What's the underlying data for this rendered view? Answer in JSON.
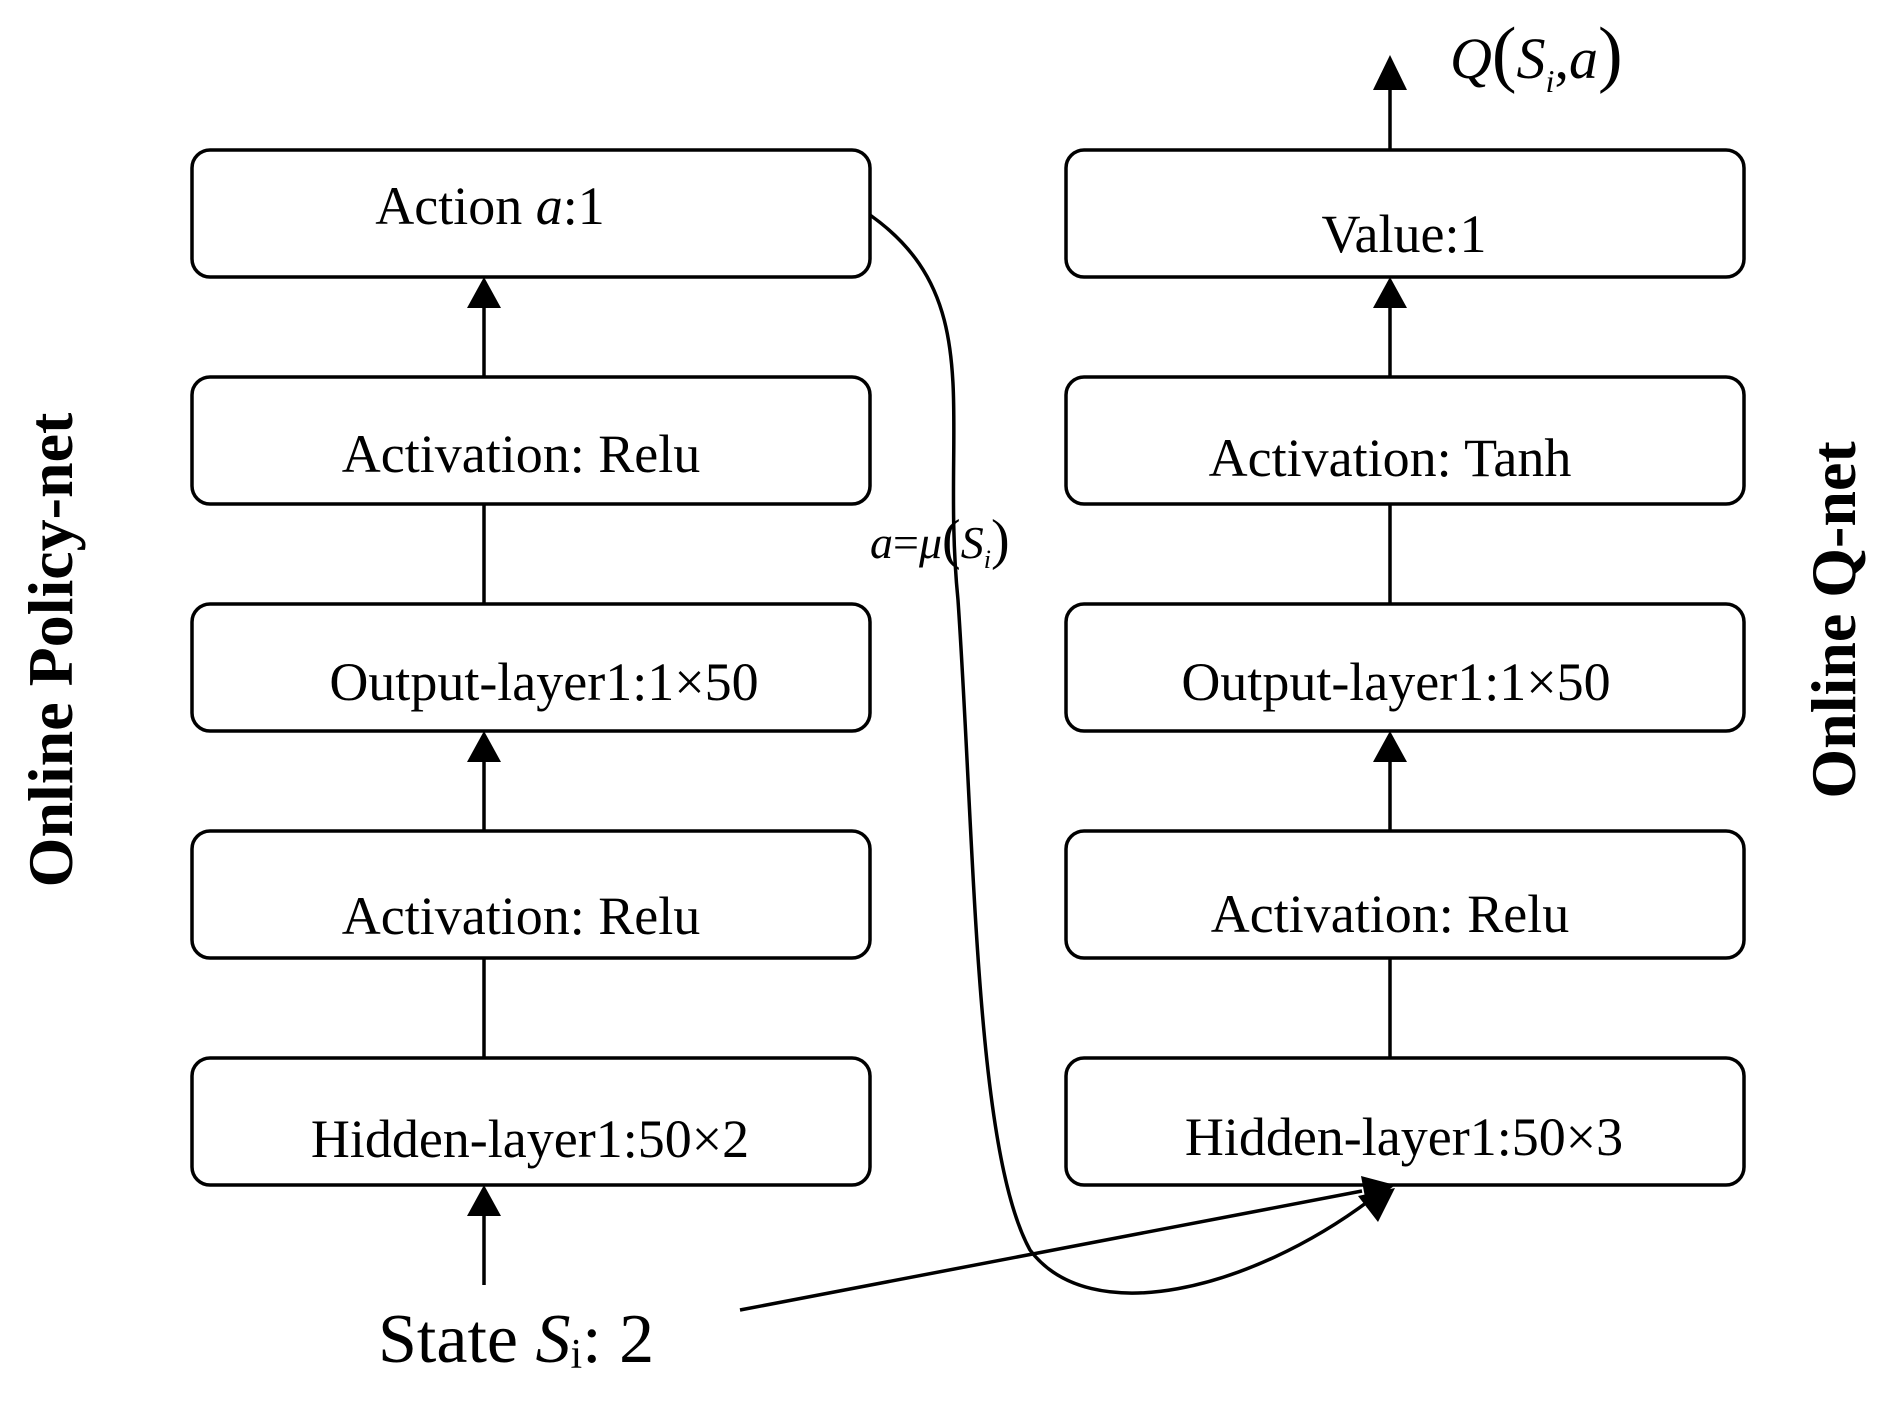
{
  "policy_net": {
    "title": "Online Policy-net",
    "layers": {
      "action": {
        "prefix": "Action ",
        "var": "a",
        "suffix": ":1"
      },
      "activation_top": "Activation: Relu",
      "output": "Output-layer1:1×50",
      "activation_bottom": "Activation: Relu",
      "hidden": "Hidden-layer1:50×2"
    },
    "input": {
      "prefix": "State ",
      "var": "S",
      "sub": "i",
      "suffix": ": 2"
    }
  },
  "q_net": {
    "title": "Online Q-net",
    "layers": {
      "value": "Value:1",
      "activation_top": "Activation: Tanh",
      "output": "Output-layer1:1×50",
      "activation_bottom": "Activation: Relu",
      "hidden": "Hidden-layer1:50×3"
    },
    "output": {
      "q": "Q",
      "open": "(",
      "s": "S",
      "sub": "i",
      "sep": ",",
      "a": "a",
      "close": ")"
    }
  },
  "mapping": {
    "a": "a",
    "eq": "=",
    "mu": "μ",
    "open": "(",
    "s": "S",
    "sub": "i",
    "close": ")"
  }
}
